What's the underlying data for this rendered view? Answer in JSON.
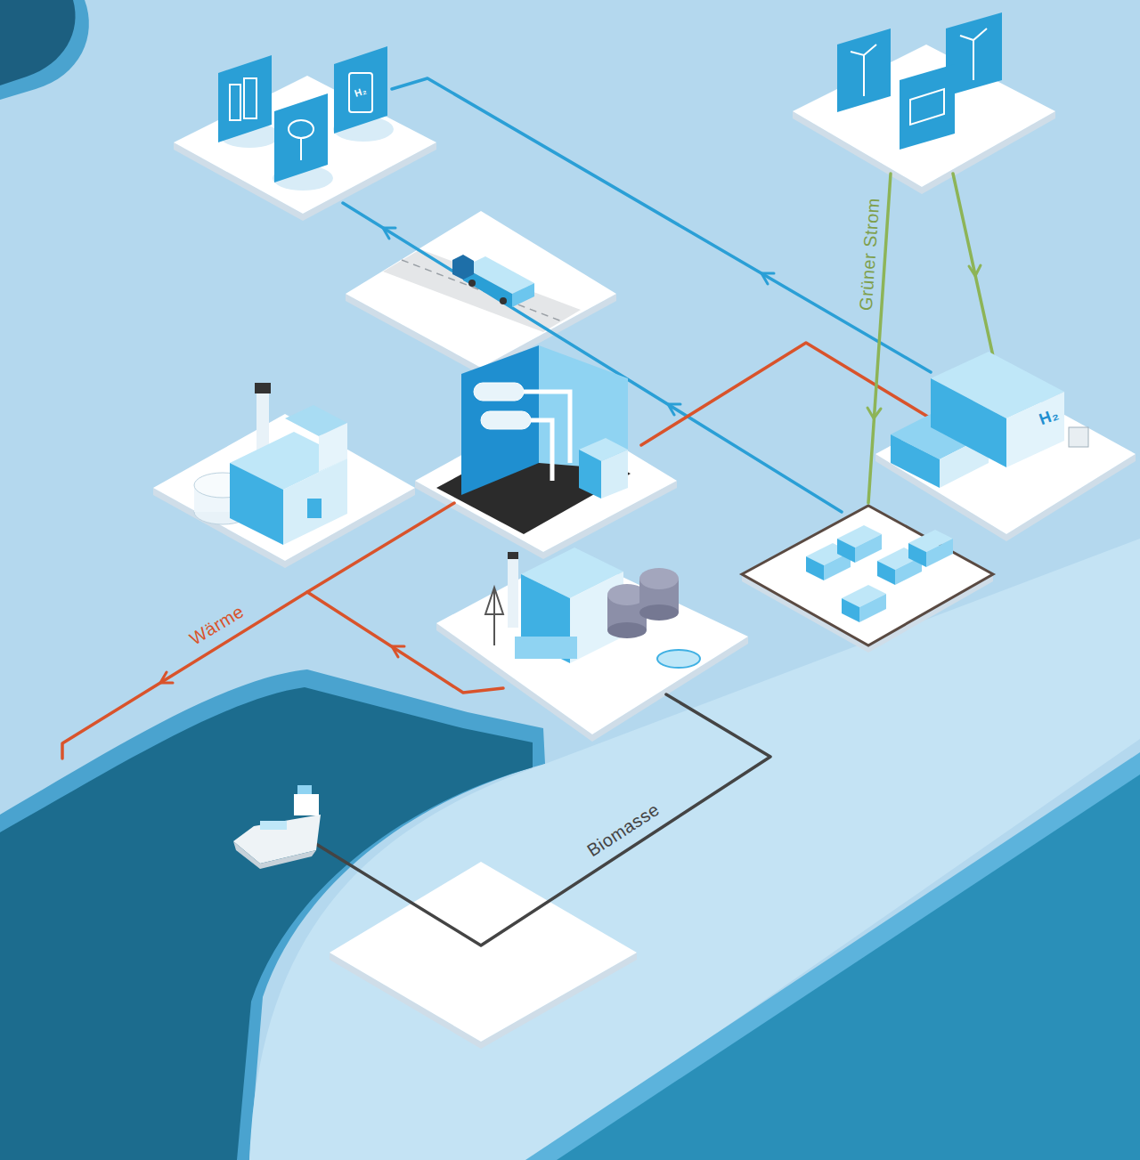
{
  "diagram": {
    "labels": [
      "Grüner Strom",
      "Wärme",
      "Biomasse",
      "H₂",
      "H₂"
    ]
  }
}
